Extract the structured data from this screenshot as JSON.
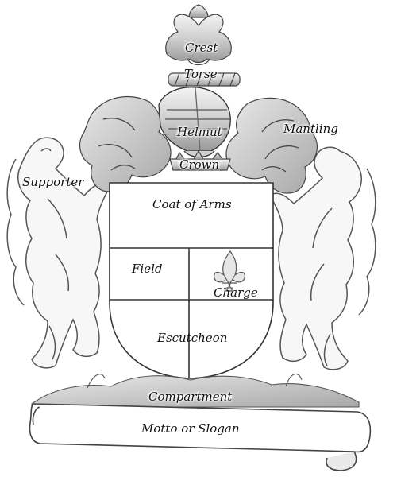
{
  "diagram": {
    "labels": {
      "crest": "Crest",
      "torse": "Torse",
      "helmut": "Helmut",
      "mantling": "Mantling",
      "crown": "Crown",
      "supporter": "Supporter",
      "coat_of_arms": "Coat of Arms",
      "field": "Field",
      "charge": "Charge",
      "escutcheon": "Escutcheon",
      "compartment": "Compartment",
      "motto": "Motto or Slogan"
    },
    "colors": {
      "line": "#333333",
      "fill": "#dcdcdc",
      "shade": "#b8b8b8",
      "background": "#ffffff"
    }
  }
}
